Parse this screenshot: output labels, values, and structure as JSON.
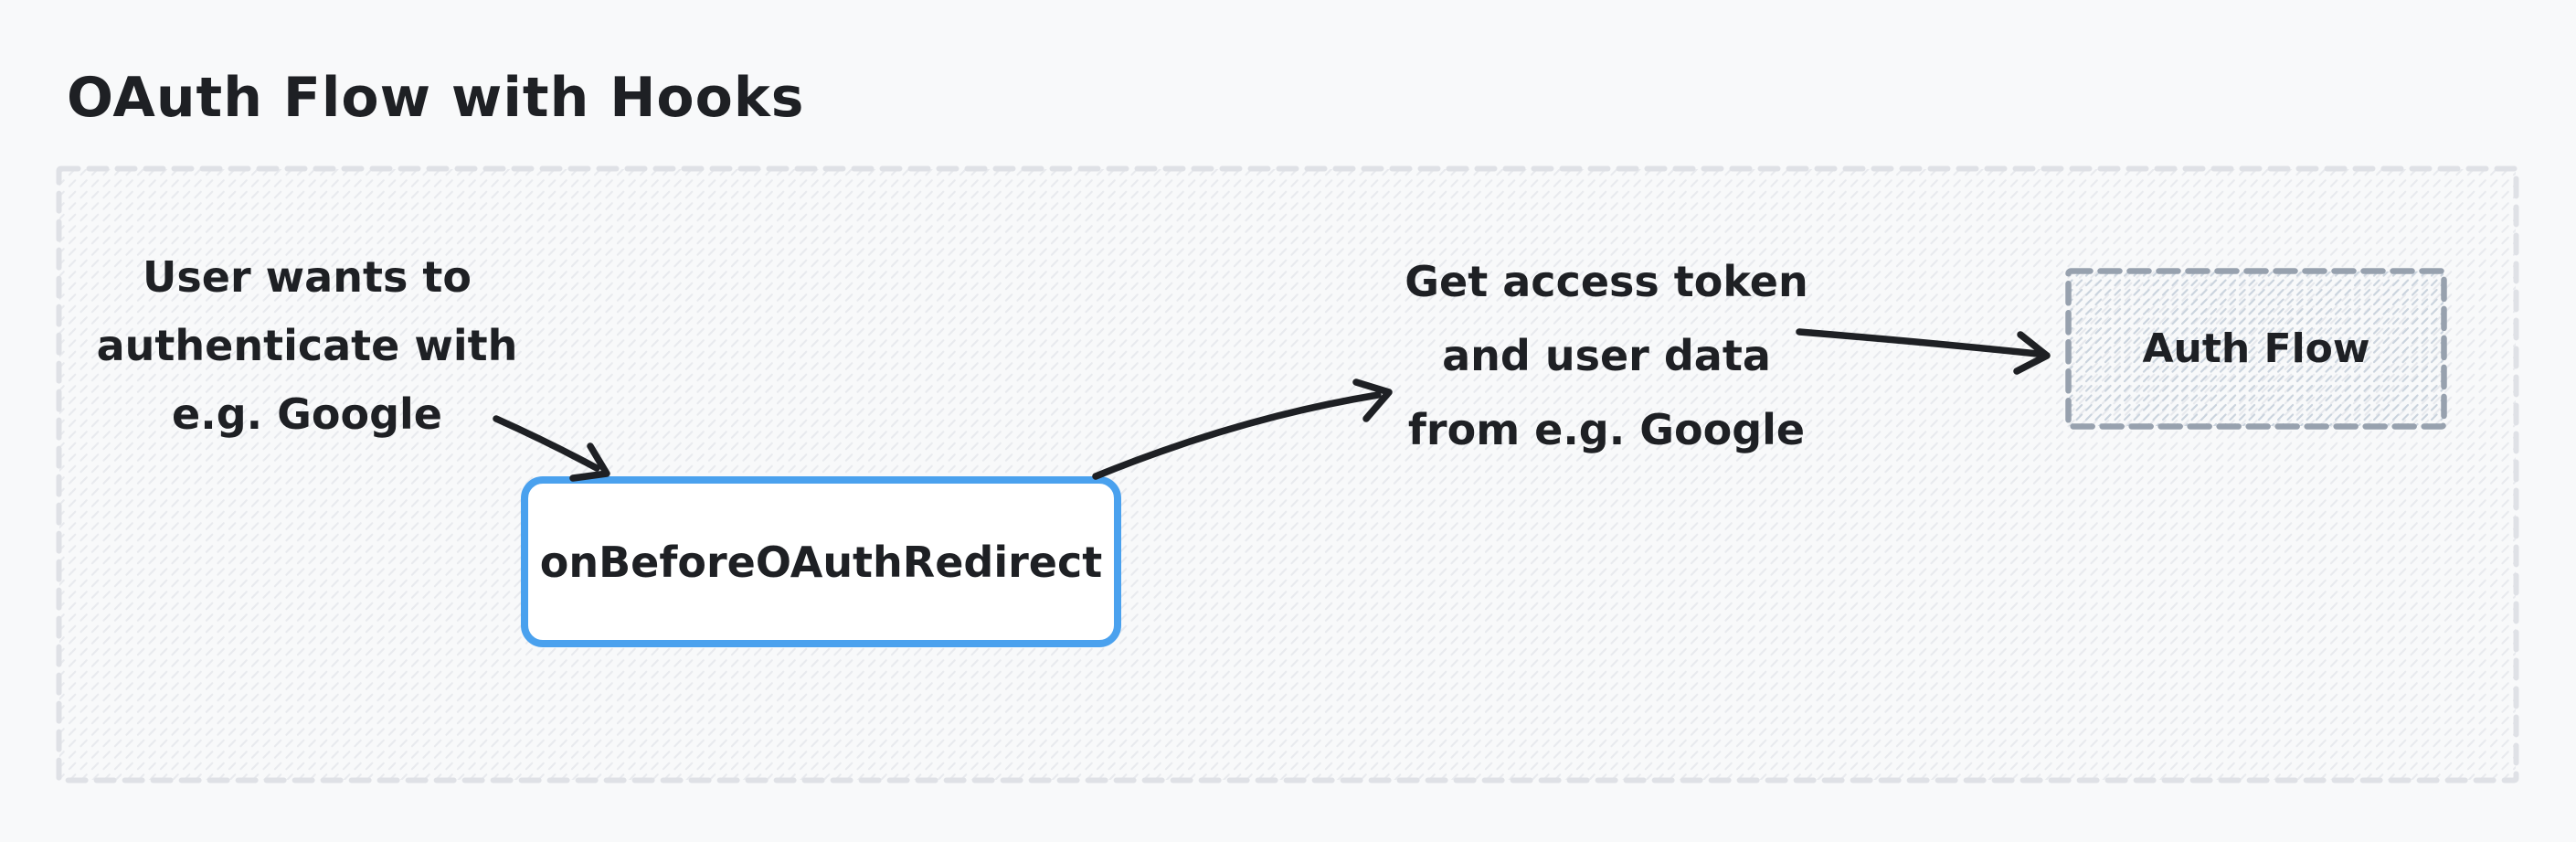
{
  "title": "OAuth Flow with Hooks",
  "diagram": {
    "nodes": {
      "user_intent": {
        "lines": [
          "User wants to",
          "authenticate with",
          "e.g. Google"
        ]
      },
      "hook": {
        "label": "onBeforeOAuthRedirect"
      },
      "token_request": {
        "lines": [
          "Get access token",
          "and user data",
          "from e.g. Google"
        ]
      },
      "auth_flow": {
        "label": "Auth Flow"
      }
    },
    "connections": [
      {
        "from": "user-intent-note",
        "to": "hook-node"
      },
      {
        "from": "hook-node",
        "to": "token-request-note"
      },
      {
        "from": "token-request-note",
        "to": "auth-flow-node"
      }
    ],
    "colors": {
      "page_background": "#f8f9fa",
      "ink": "#1e2024",
      "hook_border": "#4aa1ee",
      "hook_fill": "#ffffff",
      "frame_border": "#dfe1e6",
      "frame_hatch": "#e8eaee",
      "auth_flow_border": "#97a1ae",
      "auth_flow_hatch": "#cbd4de"
    }
  }
}
